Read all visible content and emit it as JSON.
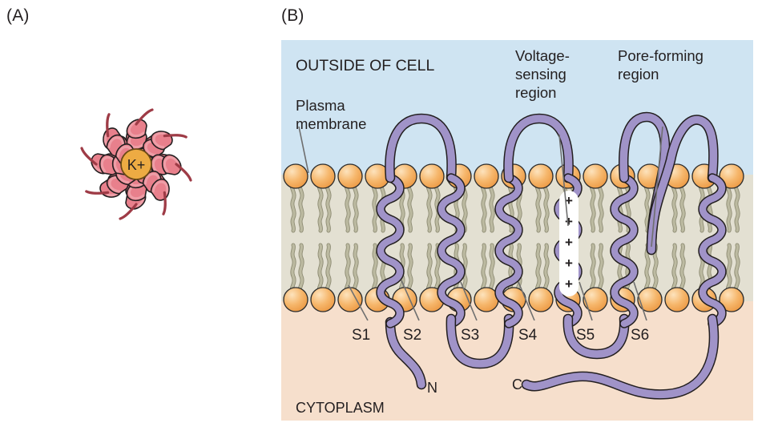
{
  "figure": {
    "type": "two-panel scientific diagram of a voltage-gated potassium channel",
    "panels": [
      {
        "id": "A",
        "label": "(A)",
        "caption_text": ""
      },
      {
        "id": "B",
        "label": "(B)",
        "caption_text": ""
      }
    ]
  },
  "panelA": {
    "label": "(A)",
    "ion_label": "K+",
    "ion_symbol": "K",
    "ion_charge": "+",
    "description": "Top-down ribbon view of potassium channel alpha-helices arranged radially around a central potassium ion",
    "helix_count": 8,
    "colors": {
      "helix_fill": "#e8808c",
      "helix_fill_light": "#efa3ab",
      "helix_outline": "#231f20",
      "coil": "#9e3b46",
      "ion_fill": "#edab43",
      "ion_outline": "#6b4a16"
    }
  },
  "panelB": {
    "label": "(B)",
    "regions": {
      "outside_label": "OUTSIDE OF CELL",
      "cytoplasm_label": "CYTOPLASM"
    },
    "annotations": [
      {
        "name": "plasma-membrane",
        "lines": [
          "Plasma",
          "membrane"
        ]
      },
      {
        "name": "voltage-sensing-region",
        "lines": [
          "Voltage-",
          "sensing",
          "region"
        ]
      },
      {
        "name": "pore-forming-region",
        "lines": [
          "Pore-forming",
          "region"
        ]
      }
    ],
    "segments": [
      {
        "id": "S1",
        "label": "S1"
      },
      {
        "id": "S2",
        "label": "S2"
      },
      {
        "id": "S3",
        "label": "S3"
      },
      {
        "id": "S4",
        "label": "S4"
      },
      {
        "id": "S5",
        "label": "S5"
      },
      {
        "id": "S6",
        "label": "S6"
      }
    ],
    "termini": [
      {
        "id": "N",
        "label": "N"
      },
      {
        "id": "C",
        "label": "C"
      }
    ],
    "voltage_sensor": {
      "segment": "S4",
      "charge_symbol": "+",
      "charge_count": 5,
      "charges": [
        "+",
        "+",
        "+",
        "+",
        "+"
      ]
    },
    "colors": {
      "extracellular": "#cfe4f2",
      "cytoplasm": "#f6dfcc",
      "membrane_core": "#e3e0d2",
      "lipid_head": "#f2a95c",
      "lipid_head_light": "#fbd9a8",
      "lipid_tail": "#b9b79c",
      "protein_fill": "#a093c8",
      "protein_fill_light": "#b7abd7",
      "protein_outline": "#231f20",
      "leader_line": "#6f6f6f",
      "text": "#231f20"
    }
  }
}
